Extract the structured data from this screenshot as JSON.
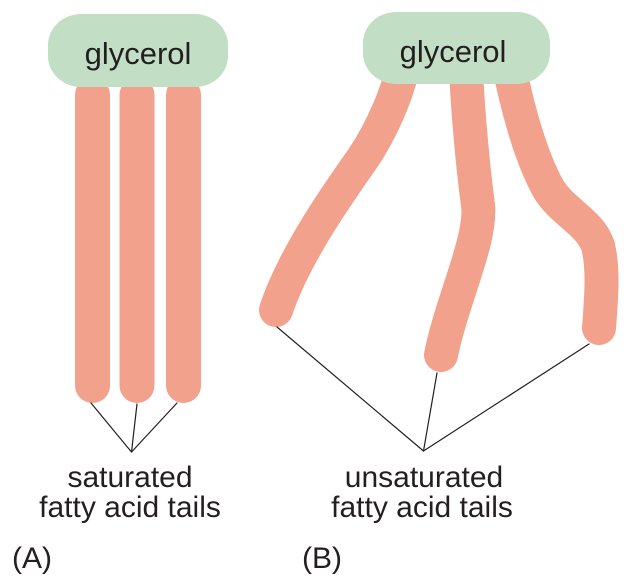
{
  "figure": {
    "description": "Diagram comparing saturated and unsaturated fatty acid tails attached to glycerol"
  },
  "colors": {
    "background": "#FFFFFF",
    "glycerol_fill": "#C2DEC4",
    "tail_fill": "#F2A28C",
    "line": "#231F20",
    "text": "#231F20"
  },
  "panel_a": {
    "label": "(A)",
    "glycerol_label": "glycerol",
    "caption_line1": "saturated",
    "caption_line2": "fatty acid tails"
  },
  "panel_b": {
    "label": "(B)",
    "glycerol_label": "glycerol",
    "caption_line1": "unsaturated",
    "caption_line2": "fatty acid tails"
  }
}
